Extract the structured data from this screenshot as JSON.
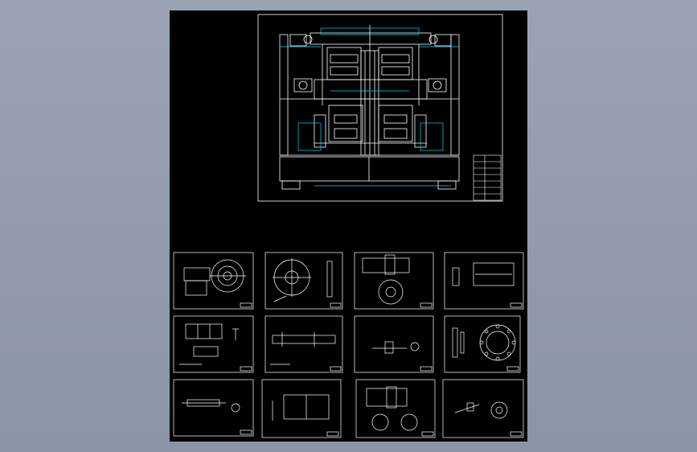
{
  "viewport": {
    "background": "#000000",
    "sheet_color": "#ffffff",
    "accent_color": "#00d8ff"
  },
  "main_drawing": {
    "sheet": "main-assembly-drawing",
    "title_block": "title-block-table"
  },
  "thumbnails": [
    {
      "name": "part-drawing-shaft-flange"
    },
    {
      "name": "part-drawing-disc-plate"
    },
    {
      "name": "part-drawing-gear-block"
    },
    {
      "name": "part-drawing-bracket-section"
    },
    {
      "name": "part-drawing-box-housing"
    },
    {
      "name": "part-drawing-long-shaft"
    },
    {
      "name": "part-drawing-small-fitting"
    },
    {
      "name": "part-drawing-bolt-circle-flange"
    },
    {
      "name": "part-drawing-spindle"
    },
    {
      "name": "part-drawing-split-plate"
    },
    {
      "name": "part-drawing-roller-assembly"
    },
    {
      "name": "part-drawing-linkage-wheel"
    }
  ]
}
